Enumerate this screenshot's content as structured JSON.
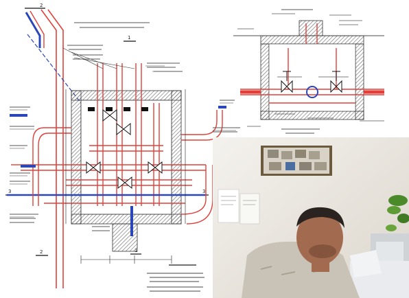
{
  "drawing": {
    "section_numbers": [
      "2",
      "1",
      "3",
      "3",
      "2",
      "1"
    ],
    "colors": {
      "pipe_red": "#e0403a",
      "pipe_blue": "#2a46b8",
      "wall_hatch": "#555555",
      "line": "#111111"
    }
  },
  "photo": {
    "description_hidden": true,
    "colors": {
      "wall": "#f1eee8",
      "shirt": "#c9c3b7",
      "skin": "#a26b4f",
      "hair": "#2a231f"
    }
  }
}
